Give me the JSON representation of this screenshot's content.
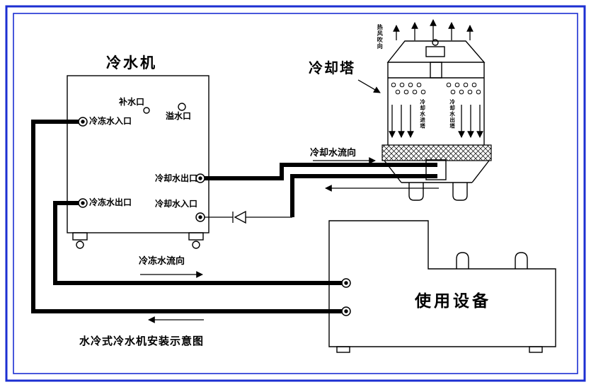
{
  "colors": {
    "border": "#1c2fd2",
    "line": "#000000",
    "bg": "#ffffff"
  },
  "caption": "水冷式冷水机安装示意图",
  "chiller": {
    "title": "冷水机",
    "ports": {
      "makeup": "补水口",
      "overflow": "溢水口",
      "chilled_water_inlet": "冷冻水入口",
      "chilled_water_outlet": "冷冻水出口",
      "cooling_water_outlet": "冷却水出口",
      "cooling_water_inlet": "冷却水入口"
    }
  },
  "cooling_tower": {
    "title": "冷却塔",
    "hot_air_label": "热风吹向",
    "inlet_vertical_label": "冷却水进塔",
    "outlet_vertical_label": "冷却水出塔"
  },
  "equipment": {
    "title": "使用设备"
  },
  "flow_labels": {
    "cooling_water": "冷却水流向",
    "chilled_water": "冷冻水流向"
  }
}
